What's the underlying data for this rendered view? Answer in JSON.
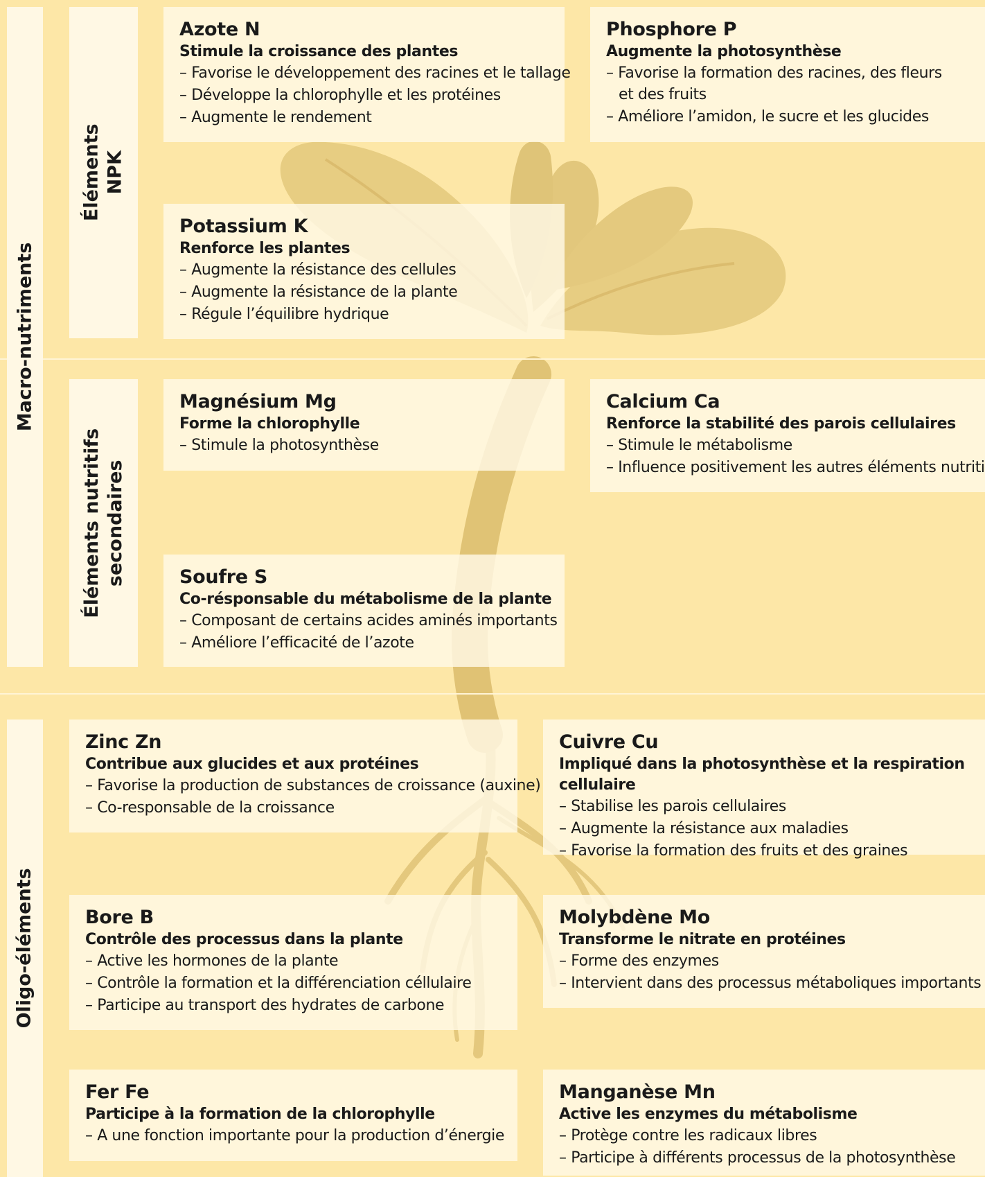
{
  "categories": {
    "macro": "Macro-nutriments",
    "oligo": "Oligo-éléments",
    "npk": [
      "Éléments",
      "NPK"
    ],
    "secondary": [
      "Éléments nutritifs",
      "secondaires"
    ]
  },
  "nutrients": {
    "azote": {
      "title": "Azote N",
      "subtitle": "Stimule la croissance des plantes",
      "items": [
        "– Favorise le développement des racines et le tallage",
        "– Développe la chlorophylle et les protéines",
        "– Augmente le rendement"
      ]
    },
    "phosphore": {
      "title": "Phosphore P",
      "subtitle": "Augmente la photosynthèse",
      "items": [
        "– Favorise la formation des racines, des fleurs",
        "et des fruits",
        "– Améliore l’amidon, le sucre et les glucides"
      ]
    },
    "potassium": {
      "title": "Potassium K",
      "subtitle": "Renforce les plantes",
      "items": [
        "– Augmente la résistance des cellules",
        "– Augmente la résistance de la plante",
        "– Régule l’équilibre hydrique"
      ]
    },
    "magnesium": {
      "title": "Magnésium Mg",
      "subtitle": "Forme la chlorophylle",
      "items": [
        "– Stimule la photosynthèse"
      ]
    },
    "calcium": {
      "title": "Calcium Ca",
      "subtitle": "Renforce la stabilité des parois cellulaires",
      "items": [
        "– Stimule le métabolisme",
        "– Influence positivement les autres éléments nutritifs"
      ]
    },
    "soufre": {
      "title": "Soufre S",
      "subtitle": "Co-résponsable du métabolisme de la plante",
      "items": [
        "– Composant de certains acides aminés importants",
        "– Améliore l’efficacité de l’azote"
      ]
    },
    "zinc": {
      "title": "Zinc Zn",
      "subtitle": "Contribue aux glucides et aux protéines",
      "items": [
        "– Favorise la production de substances de croissance (auxine)",
        "– Co-responsable de la croissance"
      ]
    },
    "cuivre": {
      "title": "Cuivre Cu",
      "subtitle": "Impliqué dans la photosynthèse et la respiration cellulaire",
      "items": [
        "– Stabilise les parois cellulaires",
        "– Augmente la résistance aux maladies",
        "– Favorise la formation des fruits et des graines"
      ]
    },
    "bore": {
      "title": "Bore B",
      "subtitle": "Contrôle des processus dans la plante",
      "items": [
        "– Active les hormones de la plante",
        "– Contrôle la formation et la différenciation céllulaire",
        "– Participe au transport des hydrates de carbone"
      ]
    },
    "molybdene": {
      "title": "Molybdène Mo",
      "subtitle": "Transforme le nitrate en protéines",
      "items": [
        "– Forme des enzymes",
        "– Intervient dans des processus métaboliques importants"
      ]
    },
    "fer": {
      "title": "Fer Fe",
      "subtitle": "Participe à la formation de la chlorophylle",
      "items": [
        "– A une fonction importante pour la production d’énergie"
      ]
    },
    "manganese": {
      "title": "Manganèse Mn",
      "subtitle": "Active les enzymes du métabolisme",
      "items": [
        "– Protège contre les radicaux libres",
        "– Participe à différents processus de la photosynthèse"
      ]
    }
  }
}
